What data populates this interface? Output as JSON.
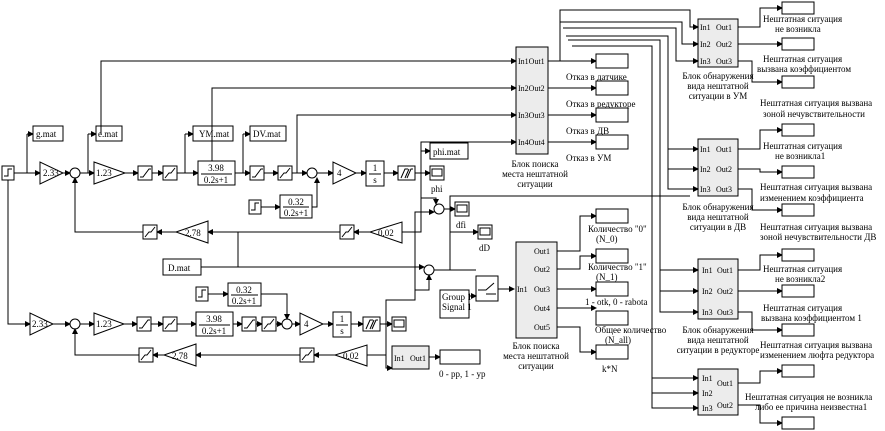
{
  "gains": {
    "k1_top": "2.33",
    "k2_top": "1.23",
    "k3_top": "4",
    "k4_top": "2.78",
    "k5_top": "0.02",
    "k1_bot": "2.33",
    "k2_bot": "1.23",
    "k3_bot": "4",
    "k4_bot": "2.78",
    "k5_bot": "0.02"
  },
  "transfer_functions": {
    "tf1_top_num": "3.98",
    "tf1_top_den": "0.2s+1",
    "tf2_top_num": "0.32",
    "tf2_top_den": "0.2s+1",
    "tf1_bot_num": "3.98",
    "tf1_bot_den": "0.2s+1",
    "tf2_bot_num": "0.32",
    "tf2_bot_den": "0.2s+1",
    "integ_top_num": "1",
    "integ_top_den": "s",
    "integ_bot_num": "1",
    "integ_bot_den": "s"
  },
  "files": {
    "g": "g.mat",
    "e": "e.mat",
    "ym": "YM.mat",
    "dv": "DV.mat",
    "phi": "phi.mat",
    "d": "D.mat"
  },
  "signals": {
    "phi": "phi",
    "dfi": "dfi",
    "dD": "dD",
    "group": "Group 1",
    "signal": "Signal 1"
  },
  "search_block1": {
    "ports": [
      "In1Out1",
      "In2Out2",
      "In3Out3",
      "In4Out4"
    ],
    "caption": [
      "Блок поиска",
      "места нештатной",
      "ситуации"
    ]
  },
  "search_outputs": [
    "Отказ в датчике",
    "Отказ в редукторе",
    "Отказ в ДВ",
    "Отказ в УМ"
  ],
  "search_block2": {
    "in_port": "In1",
    "out_ports": [
      "Out1",
      "Out2",
      "Out3",
      "Out4",
      "Out5"
    ],
    "caption": [
      "Блок поиска",
      "места нештатной",
      "ситуации"
    ]
  },
  "count_labels": [
    [
      "Количество \"0\"",
      "(N_0)"
    ],
    [
      "Количество \"1\"",
      "(N_1)"
    ],
    [
      "1 - otk, 0 - rabota"
    ],
    [
      "Общее количество",
      "(N_all)"
    ],
    [
      "k*N"
    ]
  ],
  "small_block": {
    "in": "In1",
    "out": "Out1",
    "label": "0 - pp, 1 - yp"
  },
  "det_blocks": [
    {
      "ins": [
        "In1",
        "In2",
        "In3"
      ],
      "outs": [
        "Out1",
        "Out2",
        "Out3"
      ],
      "caption": [
        "Блок обнаружения",
        "вида нештатной",
        "ситуации в УМ"
      ],
      "labels": [
        [
          "Нештатная ситуация",
          "не возникла"
        ],
        [
          "Нештатная ситуация",
          "вызвана коэффициентом"
        ],
        [
          "Нештатная ситуация вызвана",
          "зоной нечувствительности"
        ]
      ]
    },
    {
      "ins": [
        "In1",
        "In2",
        "In3"
      ],
      "outs": [
        "Out1",
        "Out2",
        "Out3"
      ],
      "caption": [
        "Блок обнаружения",
        "вида нештатной",
        "ситуации в ДВ"
      ],
      "labels": [
        [
          "Нештатная ситуация",
          "не возникла1"
        ],
        [
          "Нештатная ситуация вызвана",
          "изменением коэффициента"
        ],
        [
          "Нештатная ситуация вызвана",
          "зоной нечувствительности ДВ"
        ]
      ]
    },
    {
      "ins": [
        "In1",
        "In2",
        "In3"
      ],
      "outs": [
        "Out1",
        "Out2",
        "Out3"
      ],
      "caption": [
        "Блок обнаружения",
        "вида нештатной",
        "ситуации в редукторе"
      ],
      "labels": [
        [
          "Нештатная ситуация",
          "не возникла2"
        ],
        [
          "Нештатная ситуация",
          "вызвана коэффициентом 1"
        ],
        [
          "Нештатная ситуация вызвана",
          "изменением люфта редуктора"
        ]
      ]
    },
    {
      "ins": [
        "In1",
        "In2",
        "In3"
      ],
      "outs": [
        "Out1",
        "Out2"
      ],
      "caption": [],
      "labels": [
        [
          "Нештатная ситуация не возникла",
          "либо ее причина неизвестна1"
        ]
      ]
    }
  ]
}
